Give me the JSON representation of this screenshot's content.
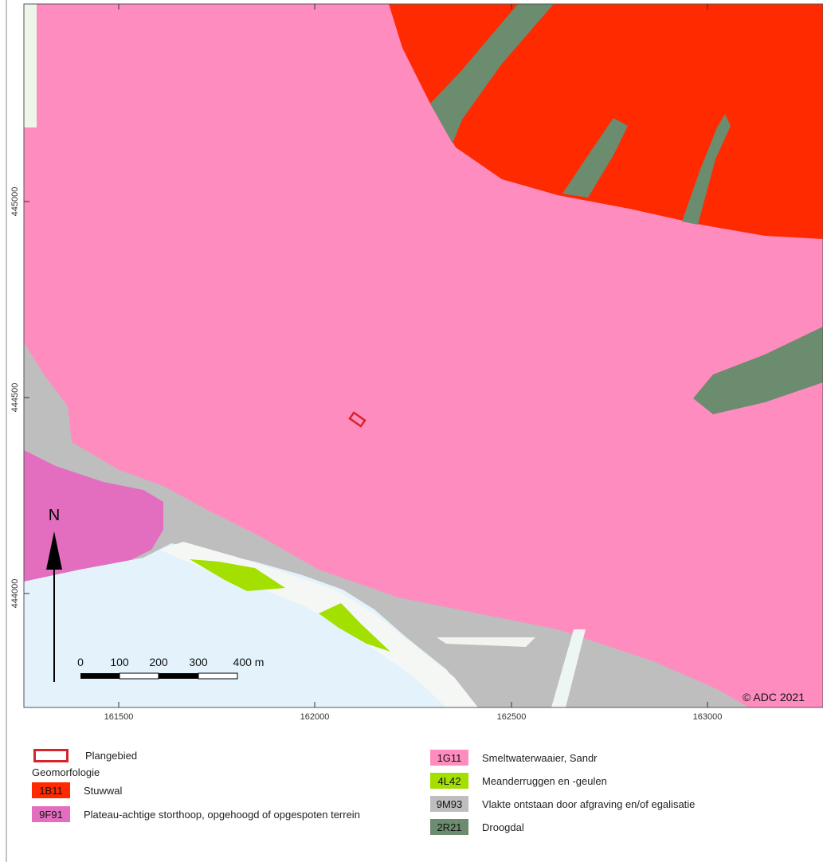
{
  "map": {
    "x_ticks": [
      "161500",
      "162000",
      "162500",
      "163000"
    ],
    "y_ticks": [
      "445000",
      "444500",
      "444000"
    ],
    "north_label": "N",
    "scale_labels": [
      "0",
      "100",
      "200",
      "300",
      "400 m"
    ],
    "copyright": "© ADC 2021"
  },
  "colors": {
    "stuwwal": "#ff2a00",
    "plateau": "#e36ebf",
    "smeltwater": "#ff8cbf",
    "meander": "#a3e000",
    "vlakte": "#bebebe",
    "droogdal": "#6b8c6e",
    "water": "#e4f3fb",
    "plangebied": "#d8232a"
  },
  "legend": {
    "plangebied": "Plangebied",
    "heading": "Geomorfologie",
    "items": [
      {
        "code": "1B11",
        "label": "Stuwwal"
      },
      {
        "code": "9F91",
        "label": "Plateau-achtige storthoop, opgehoogd of opgespoten terrein"
      },
      {
        "code": "1G11",
        "label": "Smeltwaterwaaier, Sandr"
      },
      {
        "code": "4L42",
        "label": "Meanderruggen en -geulen"
      },
      {
        "code": "9M93",
        "label": "Vlakte ontstaan door afgraving en/of egalisatie"
      },
      {
        "code": "2R21",
        "label": "Droogdal"
      }
    ]
  }
}
